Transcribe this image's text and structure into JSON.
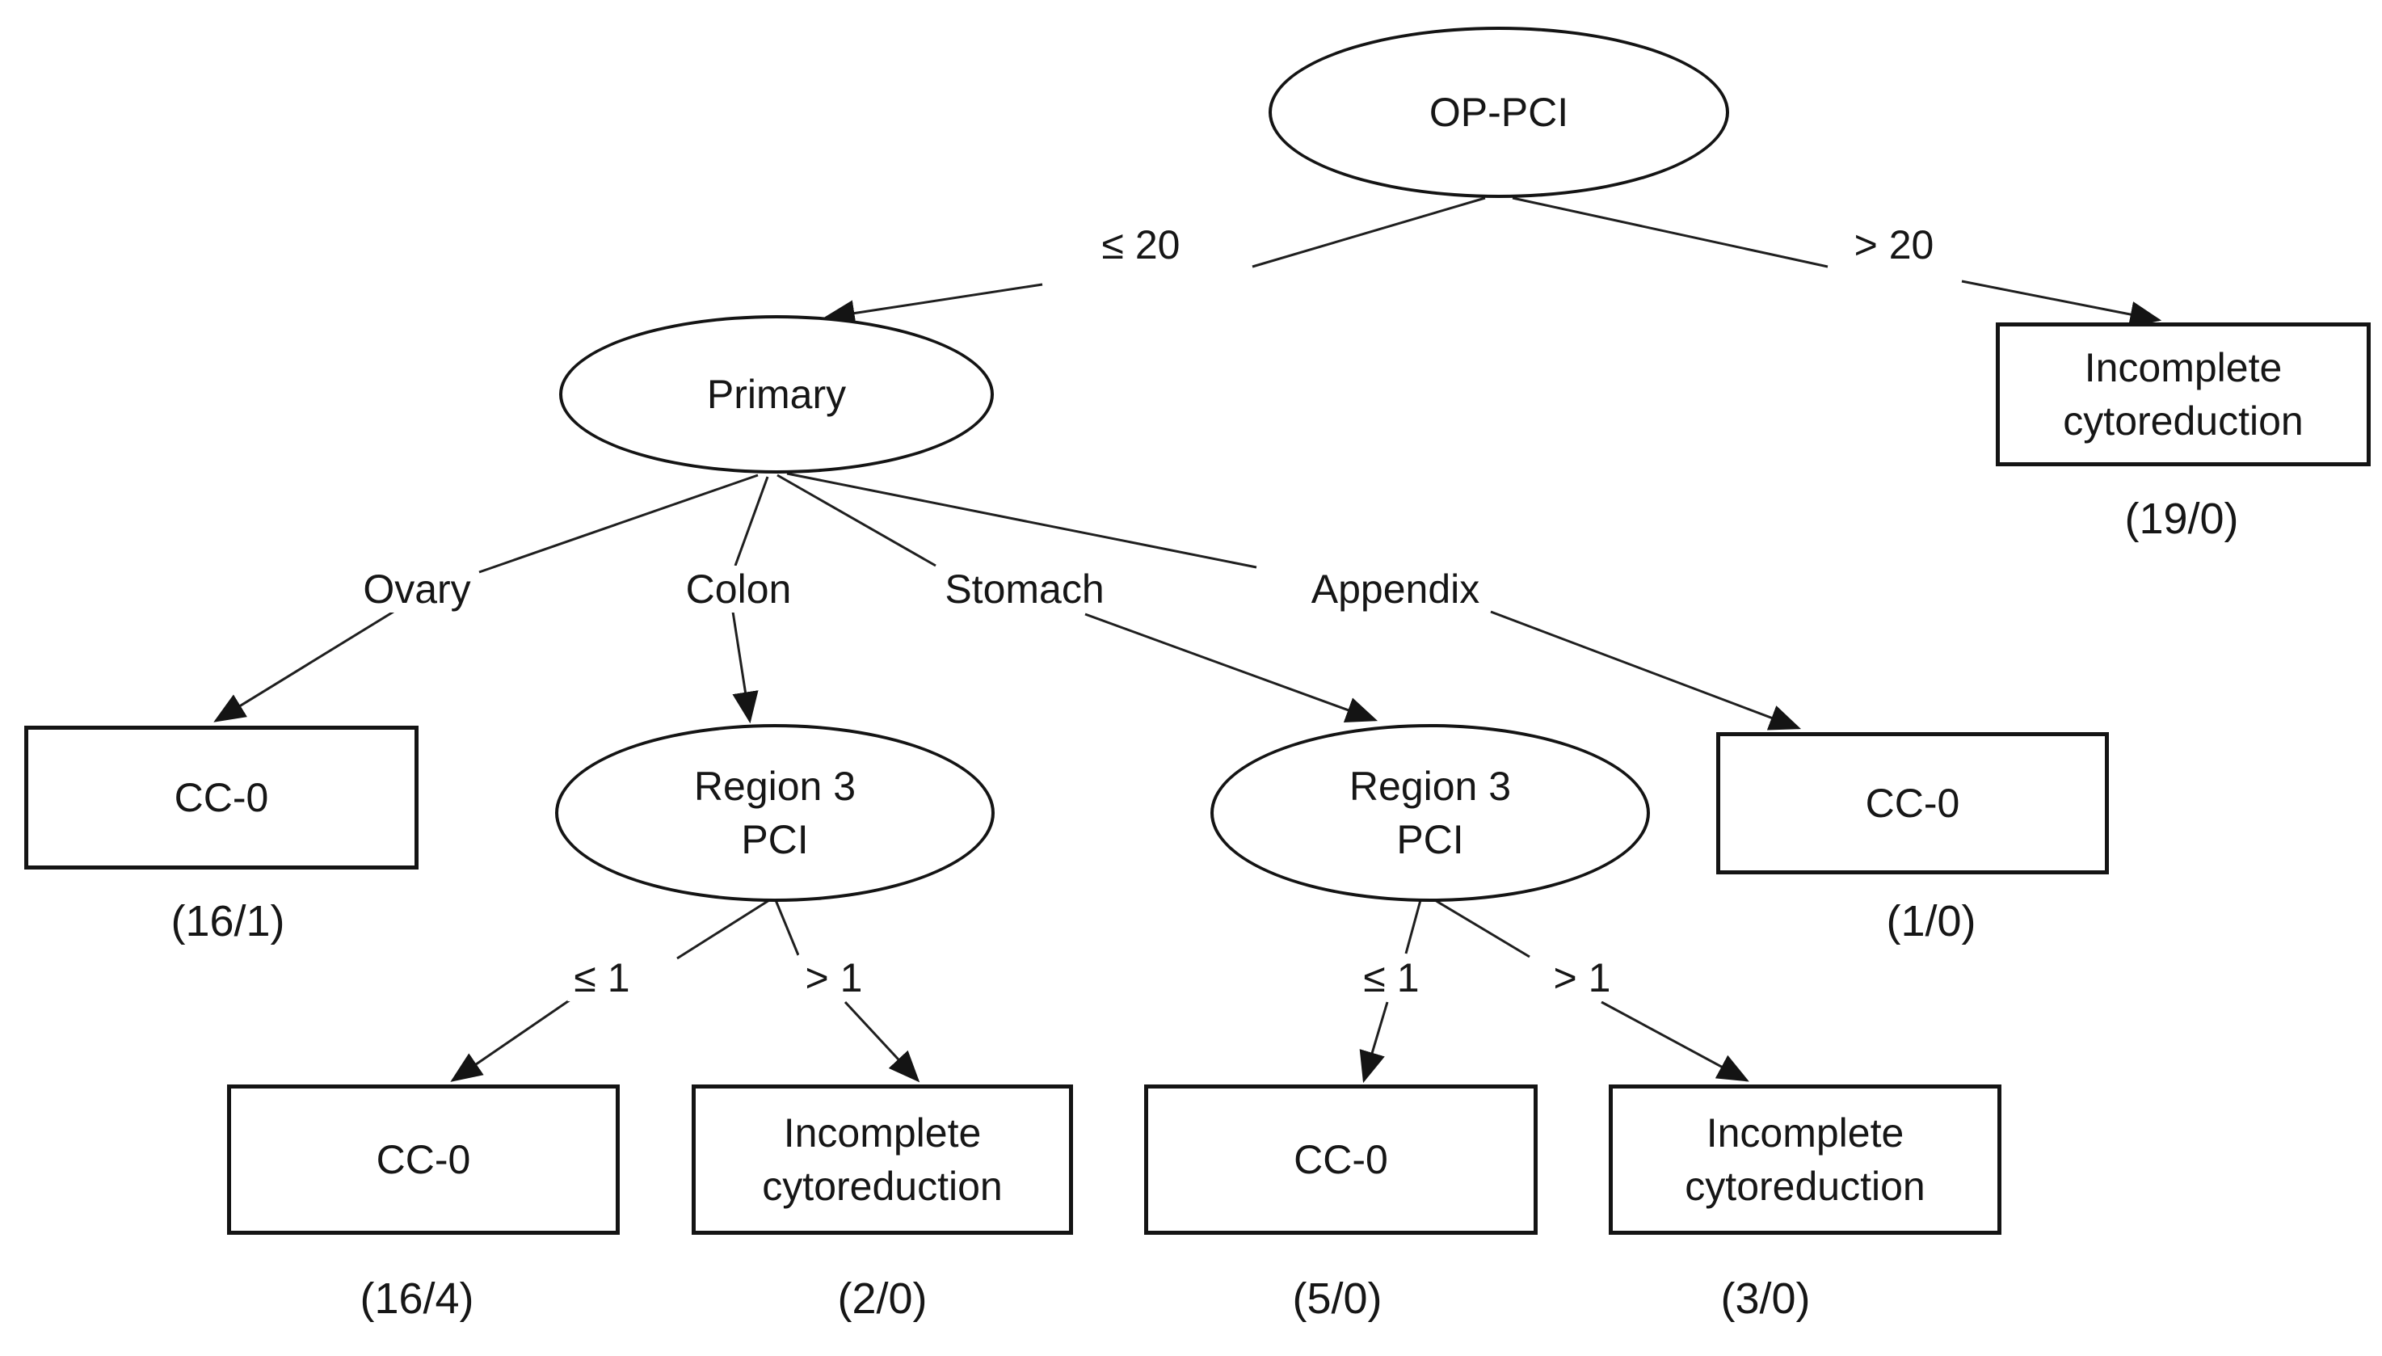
{
  "diagram_type": "decision-tree",
  "nodes": {
    "op_pci": {
      "shape": "ellipse",
      "label": "OP-PCI"
    },
    "primary": {
      "shape": "ellipse",
      "label": "Primary"
    },
    "region3_colon": {
      "shape": "ellipse",
      "label": "Region 3\nPCI"
    },
    "region3_stomach": {
      "shape": "ellipse",
      "label": "Region 3\nPCI"
    },
    "incomplete_top": {
      "shape": "rect",
      "label": "Incomplete\ncytoreduction",
      "count": "(19/0)"
    },
    "cc0_ovary": {
      "shape": "rect",
      "label": "CC-0",
      "count": "(16/1)"
    },
    "cc0_appendix": {
      "shape": "rect",
      "label": "CC-0",
      "count": "(1/0)"
    },
    "cc0_colon_le1": {
      "shape": "rect",
      "label": "CC-0",
      "count": "(16/4)"
    },
    "incomplete_colon_gt1": {
      "shape": "rect",
      "label": "Incomplete\ncytoreduction",
      "count": "(2/0)"
    },
    "cc0_stomach_le1": {
      "shape": "rect",
      "label": "CC-0",
      "count": "(5/0)"
    },
    "incomplete_stomach_gt1": {
      "shape": "rect",
      "label": "Incomplete\ncytoreduction",
      "count": "(3/0)"
    }
  },
  "edges": [
    {
      "from": "op_pci",
      "label": "≤ 20",
      "to": "primary"
    },
    {
      "from": "op_pci",
      "label": "> 20",
      "to": "incomplete_top"
    },
    {
      "from": "primary",
      "label": "Ovary",
      "to": "cc0_ovary"
    },
    {
      "from": "primary",
      "label": "Colon",
      "to": "region3_colon"
    },
    {
      "from": "primary",
      "label": "Stomach",
      "to": "region3_stomach"
    },
    {
      "from": "primary",
      "label": "Appendix",
      "to": "cc0_appendix"
    },
    {
      "from": "region3_colon",
      "label": "≤ 1",
      "to": "cc0_colon_le1"
    },
    {
      "from": "region3_colon",
      "label": "> 1",
      "to": "incomplete_colon_gt1"
    },
    {
      "from": "region3_stomach",
      "label": "≤ 1",
      "to": "cc0_stomach_le1"
    },
    {
      "from": "region3_stomach",
      "label": "> 1",
      "to": "incomplete_stomach_gt1"
    }
  ],
  "colors": {
    "stroke": "#141414",
    "background": "#ffffff",
    "text": "#161616"
  }
}
